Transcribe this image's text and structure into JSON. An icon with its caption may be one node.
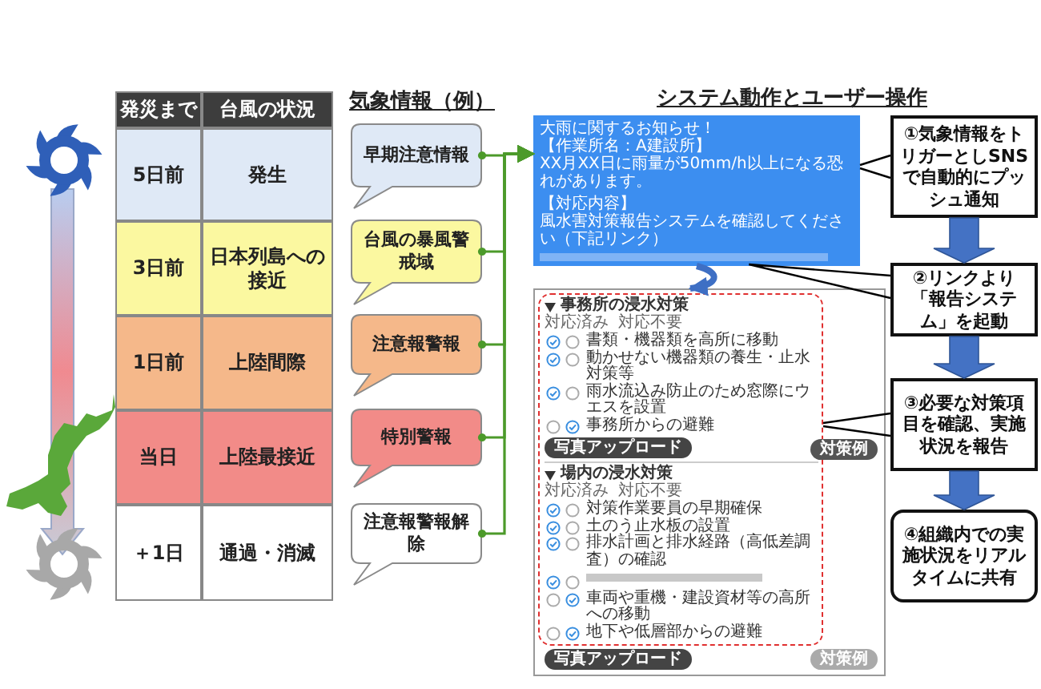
{
  "diagram": {
    "nodes": [
      {
        "text": [
          "早期注意情報"
        ]
      },
      {
        "text": [
          "台風の暴風警戒域"
        ]
      },
      {
        "text": [
          "注意報警報"
        ]
      },
      {
        "text": [
          "特別警報"
        ]
      },
      {
        "text": [
          "注意報警報解除"
        ]
      },
      {
        "text": [
          "大雨に関するお知らせ！",
          "【作業所名：A建設所】",
          "XX月XX日に雨量が50mm/h以上になる恐れがあります。",
          "【対応内容】",
          "風水害対策報告システムを確認してください（下記リンク）"
        ]
      },
      {
        "text": [
          "対策例",
          "写真アップロード",
          "対策例"
        ]
      },
      {
        "text": [
          "事務所の浸水対策",
          "対応済み",
          "対応不要",
          "書類・機器類を高所に移動",
          "動かせない機器類の養生・止水対策等",
          "雨水流込み防止のため窓際にウエスを設置",
          "事務所からの避難",
          "写真アップロード",
          "場内の浸水対策",
          "対応済み",
          "対応不要",
          "対策作業要員の早期確保",
          "土のう止水板の設置",
          "排水計画と排水経路（高低差調査）の確認",
          "車両や重機・建設資材等の高所への移動",
          "地下や低層部からの避難"
        ],
        "in": 6
      },
      {
        "text": [
          "①気象情報をトリガーとしSNSで自動的にプッシュ通知"
        ]
      },
      {
        "text": [
          "②リンクより「報告システム」を起動"
        ]
      },
      {
        "text": [
          "③必要な対策項目を確認、実施状況を報告"
        ]
      },
      {
        "text": [
          "④組織内での実施状況をリアルタイムに共有"
        ]
      }
    ],
    "edges": [
      {
        "from": 0,
        "to": 5,
        "arrow": "to"
      },
      {
        "from": 1,
        "to": 5,
        "arrow": "to"
      },
      {
        "from": 2,
        "to": 5,
        "arrow": "to"
      },
      {
        "from": 3,
        "to": 5,
        "arrow": "to"
      },
      {
        "from": 4,
        "to": 5,
        "arrow": "to"
      },
      {
        "from": 5,
        "to": 6,
        "arrow": "to",
        "style": "thick",
        "color": "#3e6fc4"
      },
      {
        "from": 8,
        "to": 5,
        "arrow": "none",
        "color": "#000000"
      },
      {
        "from": 9,
        "to": 5,
        "arrow": "none",
        "color": "#000000"
      },
      {
        "from": 10,
        "to": 7,
        "arrow": "none",
        "color": "#000000"
      },
      {
        "from": 8,
        "to": 9,
        "arrow": "to",
        "style": "thick",
        "color": "#4472c4"
      },
      {
        "from": 9,
        "to": 10,
        "arrow": "to",
        "style": "thick",
        "color": "#4472c4"
      },
      {
        "from": 10,
        "to": 11,
        "arrow": "to",
        "style": "thick",
        "color": "#4472c4"
      }
    ],
    "labels": [
      "発災まで",
      "台風の状況",
      "5日前",
      "発生",
      "3日前",
      "日本列島への接近",
      "1日前",
      "上陸間際",
      "当日",
      "上陸最接近",
      "＋1日",
      "通過・消滅",
      "気象情報（例）",
      "システム動作とユーザー操作"
    ]
  }
}
